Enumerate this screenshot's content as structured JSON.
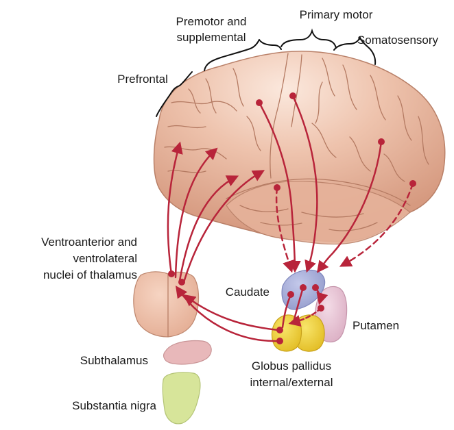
{
  "labels": {
    "premotor_1": "Premotor and",
    "premotor_2": "supplemental",
    "primary_motor": "Primary motor",
    "somatosensory": "Somatosensory",
    "prefrontal": "Prefrontal",
    "thalamus_1": "Ventroanterior and",
    "thalamus_2": "ventrolateral",
    "thalamus_3": "nuclei of thalamus",
    "caudate": "Caudate",
    "putamen": "Putamen",
    "subthalamus": "Subthalamus",
    "globus_1": "Globus pallidus",
    "globus_2": "internal/external",
    "substantia_nigra": "Substantia nigra"
  },
  "colors": {
    "brain": "#e9b9a2",
    "brain_shadow": "#c98d74",
    "brain_highlight": "#fbe6da",
    "pathway": "#b8243a",
    "caudate": "#aab1da",
    "putamen": "#e7c4d5",
    "globus": "#f0d033",
    "thalamus": "#edbca3",
    "subthalamus": "#e8b8ba",
    "substantia_nigra": "#d7e59a"
  }
}
